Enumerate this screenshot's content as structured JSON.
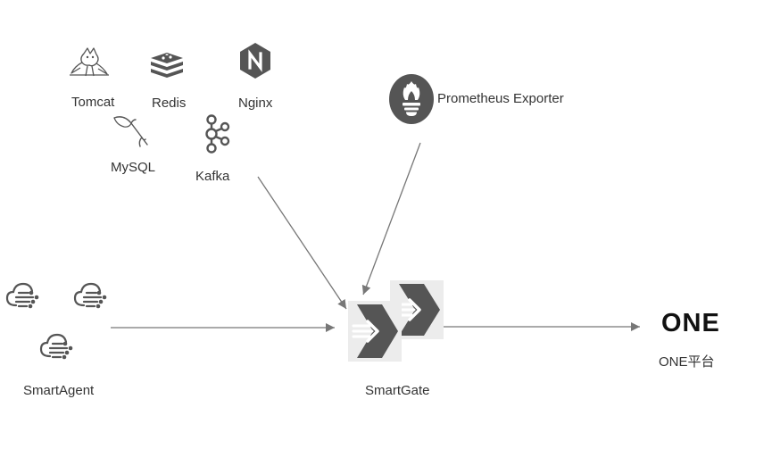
{
  "sources": {
    "tomcat": {
      "label": "Tomcat",
      "icon": "tomcat-icon"
    },
    "redis": {
      "label": "Redis",
      "icon": "redis-icon"
    },
    "nginx": {
      "label": "Nginx",
      "icon": "nginx-icon"
    },
    "mysql": {
      "label": "MySQL",
      "icon": "mysql-icon"
    },
    "kafka": {
      "label": "Kafka",
      "icon": "kafka-icon"
    },
    "prometheus": {
      "label": "Prometheus Exporter",
      "icon": "prometheus-icon"
    }
  },
  "agents": {
    "label": "SmartAgent",
    "icon": "cloud-agent-icon"
  },
  "gateway": {
    "label": "SmartGate",
    "icon": "smartgate-icon"
  },
  "platform": {
    "logo_text": "ONE",
    "label": "ONE平台"
  },
  "colors": {
    "icon": "#555555",
    "arrow": "#777777",
    "text": "#333333"
  }
}
